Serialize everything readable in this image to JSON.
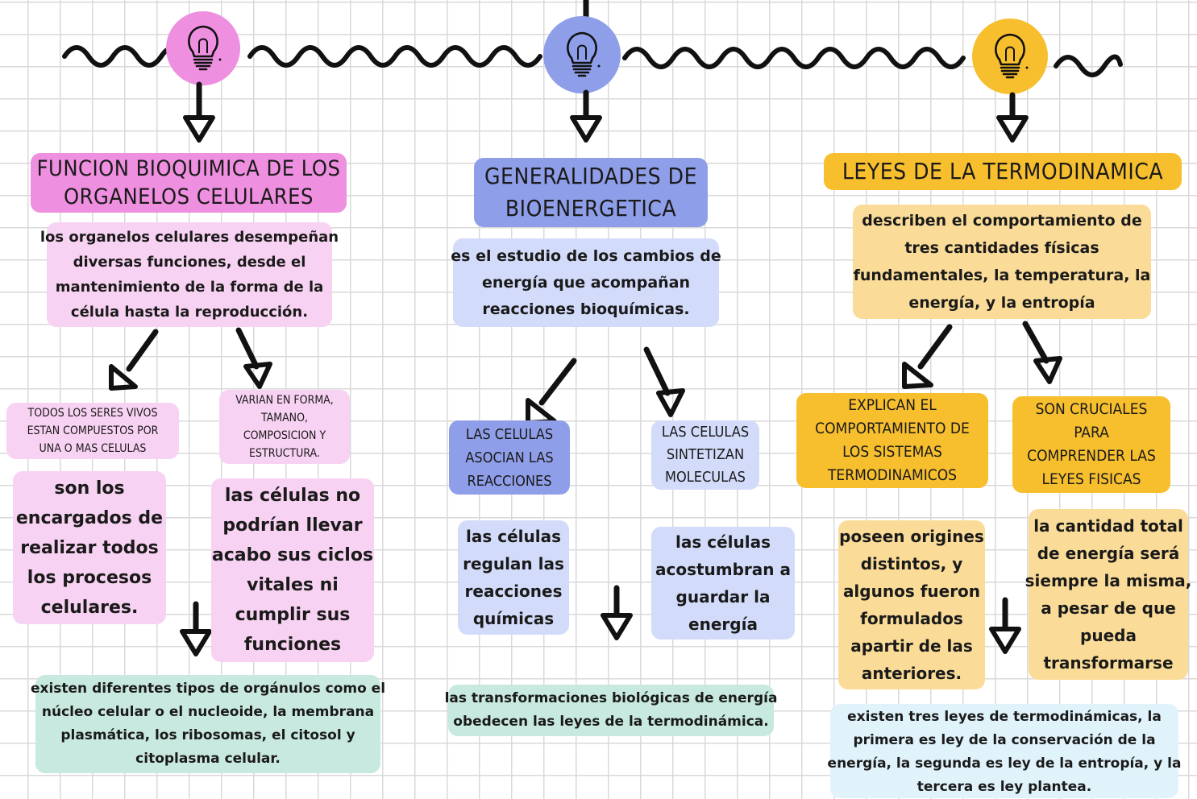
{
  "colors": {
    "pink": "#ee8fe0",
    "pink_light": "#f8d2f2",
    "blue": "#8f9ee8",
    "blue_light": "#d3dbfa",
    "orange": "#f7bf2e",
    "orange_light": "#fadc98",
    "teal": "#c8e9df",
    "ice": "#e0f3fb",
    "ink": "#1a1a1a"
  },
  "icons": [
    "lightbulb-icon",
    "arrow-down-icon",
    "wavy-line"
  ],
  "left": {
    "title": [
      "FUNCION BIOQUIMICA DE LOS",
      "ORGANELOS CELULARES"
    ],
    "desc": [
      "los organelos celulares desempeñan",
      "diversas funciones, desde el",
      "mantenimiento de la forma de la",
      "célula hasta la reproducción."
    ],
    "sub1": [
      "TODOS LOS SERES VIVOS",
      "ESTAN COMPUESTOS POR",
      "UNA O MAS CELULAS"
    ],
    "sub2": [
      "VARIAN EN FORMA,",
      "TAMANO,",
      "COMPOSICION Y",
      "ESTRUCTURA."
    ],
    "detail1": [
      "son los",
      "encargados de",
      "realizar todos",
      "los procesos",
      "celulares."
    ],
    "detail2": [
      "las células no",
      "podrían llevar",
      "acabo sus ciclos",
      "vitales ni",
      "cumplir sus",
      "funciones"
    ],
    "bottom": [
      "existen diferentes tipos de orgánulos como el",
      "núcleo celular o el nucleoide, la membrana",
      "plasmática, los ribosomas, el citosol y",
      "citoplasma celular."
    ]
  },
  "center": {
    "title": [
      "GENERALIDADES DE",
      "BIOENERGETICA"
    ],
    "desc": [
      "es el estudio de los cambios de",
      "energía que acompañan",
      "reacciones bioquímicas."
    ],
    "sub1": [
      "LAS CELULAS",
      "ASOCIAN LAS",
      "REACCIONES"
    ],
    "sub2": [
      "LAS CELULAS",
      "SINTETIZAN",
      "MOLECULAS"
    ],
    "detail1": [
      "las células",
      "regulan las",
      "reacciones",
      "químicas"
    ],
    "detail2": [
      "las células",
      "acostumbran a",
      "guardar la",
      "energía"
    ],
    "bottom": [
      "las transformaciones biológicas de energía",
      "obedecen las leyes de la termodinámica."
    ]
  },
  "right": {
    "title": [
      "LEYES DE LA TERMODINAMICA"
    ],
    "desc": [
      "describen el comportamiento de",
      "tres cantidades físicas",
      "fundamentales, la temperatura, la",
      "energía, y la entropía"
    ],
    "sub1": [
      "EXPLICAN EL",
      "COMPORTAMIENTO DE",
      "LOS SISTEMAS",
      "TERMODINAMICOS"
    ],
    "sub2": [
      "SON CRUCIALES",
      "PARA",
      "COMPRENDER LAS",
      "LEYES FISICAS"
    ],
    "detail1": [
      "poseen origines",
      "distintos, y",
      "algunos fueron",
      "formulados",
      "apartir de las",
      "anteriores."
    ],
    "detail2": [
      "la cantidad total",
      "de energía será",
      "siempre la misma,",
      "a pesar de que",
      "pueda",
      "transformarse"
    ],
    "bottom": [
      "existen tres leyes de termodinámicas, la",
      "primera es ley de la conservación de la",
      "energía, la segunda es ley de la entropía, y la",
      "tercera es ley plantea."
    ]
  }
}
